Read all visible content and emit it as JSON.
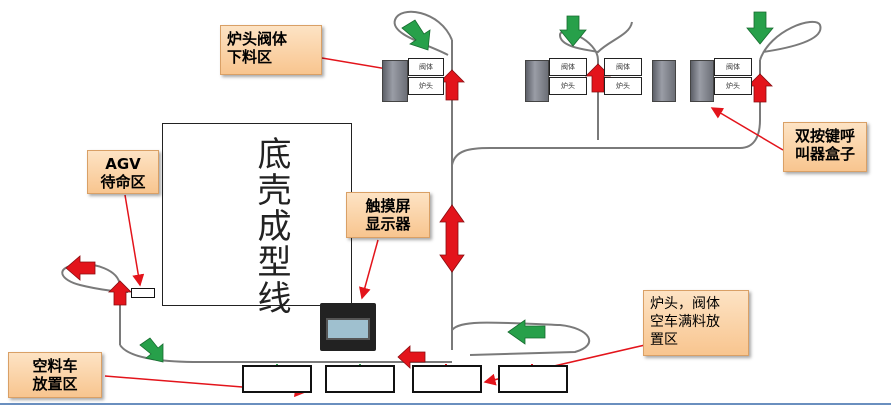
{
  "labels": {
    "furnace_valve_unload": "炉头阀体\n下料区",
    "agv_standby": "AGV\n待命区",
    "chassis_line": "底壳成型线",
    "touchscreen": "触摸屏\n显示器",
    "dual_button_caller": "双按键呼\n叫器盒子",
    "empty_cart_area": "空料车\n放置区",
    "full_cart_area": "炉头，阀体\n空车满料放\n置区"
  },
  "device_labels": {
    "valve": "阀体",
    "furnace": "炉头"
  },
  "colors": {
    "callout_fill": "#f8c58f",
    "arrow_red": "#e3141b",
    "arrow_green": "#27a04a",
    "line": "#7a7a7a"
  }
}
